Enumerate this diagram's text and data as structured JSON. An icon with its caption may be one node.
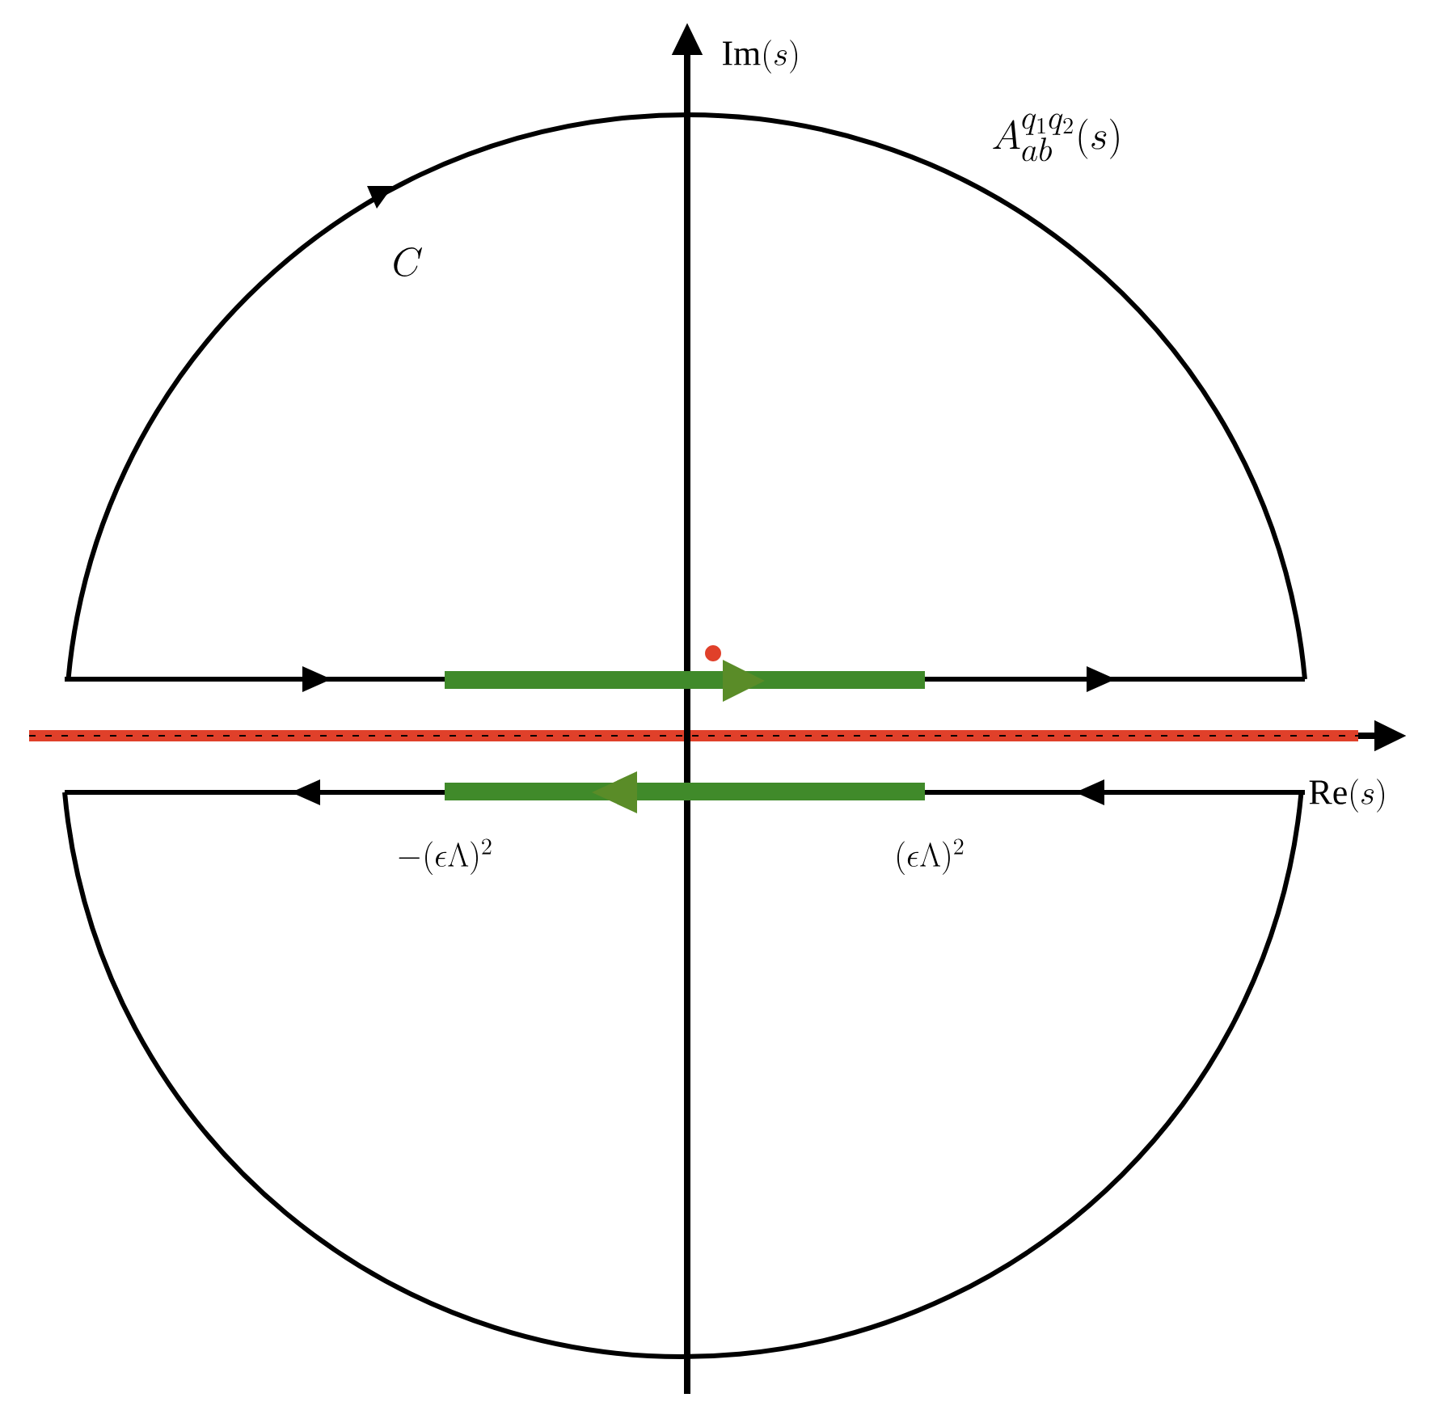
{
  "diagram": {
    "labels": [
      "\\mathrm{Im}(s)",
      "A_{ab}^{q_1q_2}(s)",
      "C",
      "\\mathrm{Re}(s)",
      "-(\\epsilon\\Lambda)^2",
      "(\\epsilon\\Lambda)^2"
    ]
  }
}
